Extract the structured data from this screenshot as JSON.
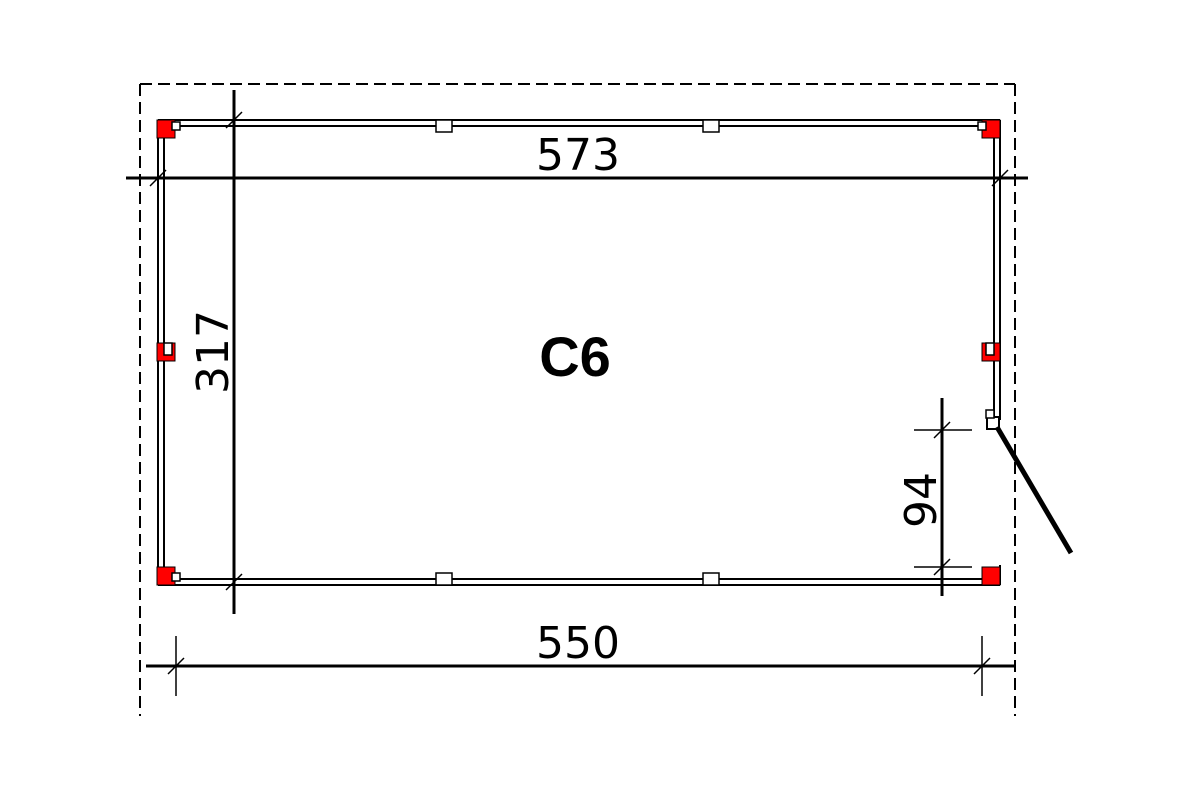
{
  "plan": {
    "room_label": "C6",
    "dimensions": {
      "width_top": "573",
      "width_bottom": "550",
      "depth_left": "317",
      "door_opening": "94"
    },
    "colors": {
      "post": "#ff0000",
      "line": "#000000",
      "background": "#ffffff"
    }
  }
}
